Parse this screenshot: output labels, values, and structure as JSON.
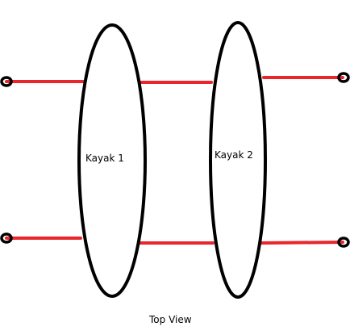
{
  "diagram": {
    "kayaks": [
      {
        "label": "Kayak 1"
      },
      {
        "label": "Kayak 2"
      }
    ],
    "caption": "Top View",
    "colors": {
      "background": "#ffffff",
      "outline": "#000000",
      "bar": "#e8262b"
    }
  }
}
